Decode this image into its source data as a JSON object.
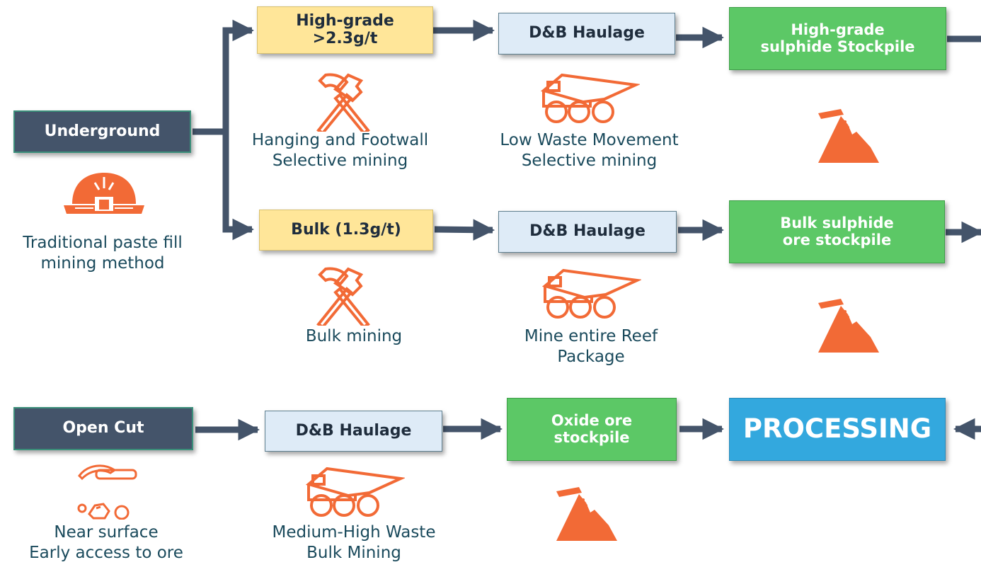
{
  "nodes": {
    "underground": "Underground",
    "high_grade": [
      "High-grade",
      ">2.3g/t"
    ],
    "bulk": "Bulk (1.3g/t)",
    "haulage_top": "D&B Haulage",
    "haulage_mid": "D&B Haulage",
    "haulage_open": "D&B Haulage",
    "hg_stockpile": [
      "High-grade",
      "sulphide Stockpile"
    ],
    "bulk_stockpile": [
      "Bulk sulphide",
      "ore stockpile"
    ],
    "open_cut": "Open Cut",
    "oxide_stockpile": [
      "Oxide ore",
      "stockpile"
    ],
    "processing": "PROCESSING"
  },
  "captions": {
    "underground": [
      "Traditional paste fill",
      "mining method"
    ],
    "high_grade": [
      "Hanging and Footwall",
      "Selective mining"
    ],
    "haulage_top": [
      "Low Waste Movement",
      "Selective mining"
    ],
    "bulk": [
      "Bulk mining"
    ],
    "haulage_mid": [
      "Mine entire Reef",
      "Package"
    ],
    "open_cut": [
      "Near surface",
      "Early access to ore"
    ],
    "haulage_open": [
      "Medium-High Waste",
      "Bulk Mining"
    ]
  },
  "icons": {
    "underground": "hard-hat-icon",
    "high_grade": "crossed-hammers-icon",
    "bulk": "crossed-hammers-icon",
    "haulage": "dump-truck-icon",
    "stockpile": "stockpile-icon",
    "open_cut": "pickaxe-icon"
  },
  "colors": {
    "arrow": "#44546a",
    "icon": "#f26a36",
    "dark_box": "#44546a",
    "yellow_box": "#ffe699",
    "light_box": "#deebf7",
    "green_box": "#5cc866",
    "processing_box": "#33a8de"
  }
}
